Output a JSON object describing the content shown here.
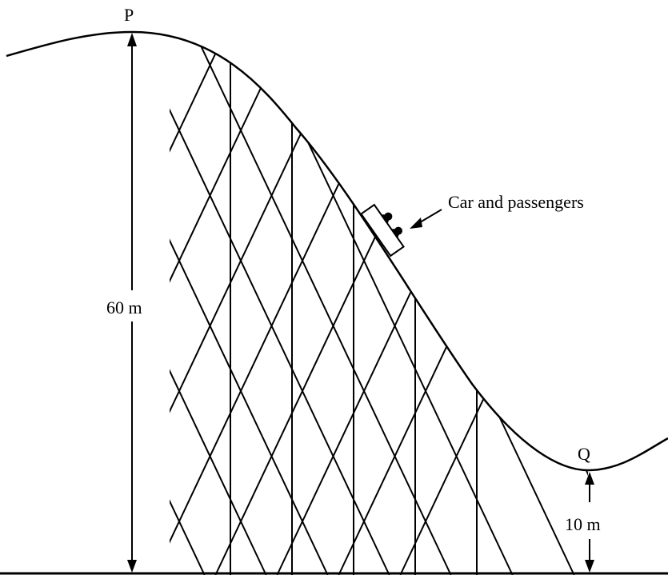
{
  "labels": {
    "point_top": "P",
    "point_bottom": "Q",
    "height_top": "60 m",
    "height_bottom": "10 m",
    "car_caption": "Car and passengers"
  },
  "colors": {
    "ink": "#000000",
    "background": "#ffffff"
  }
}
